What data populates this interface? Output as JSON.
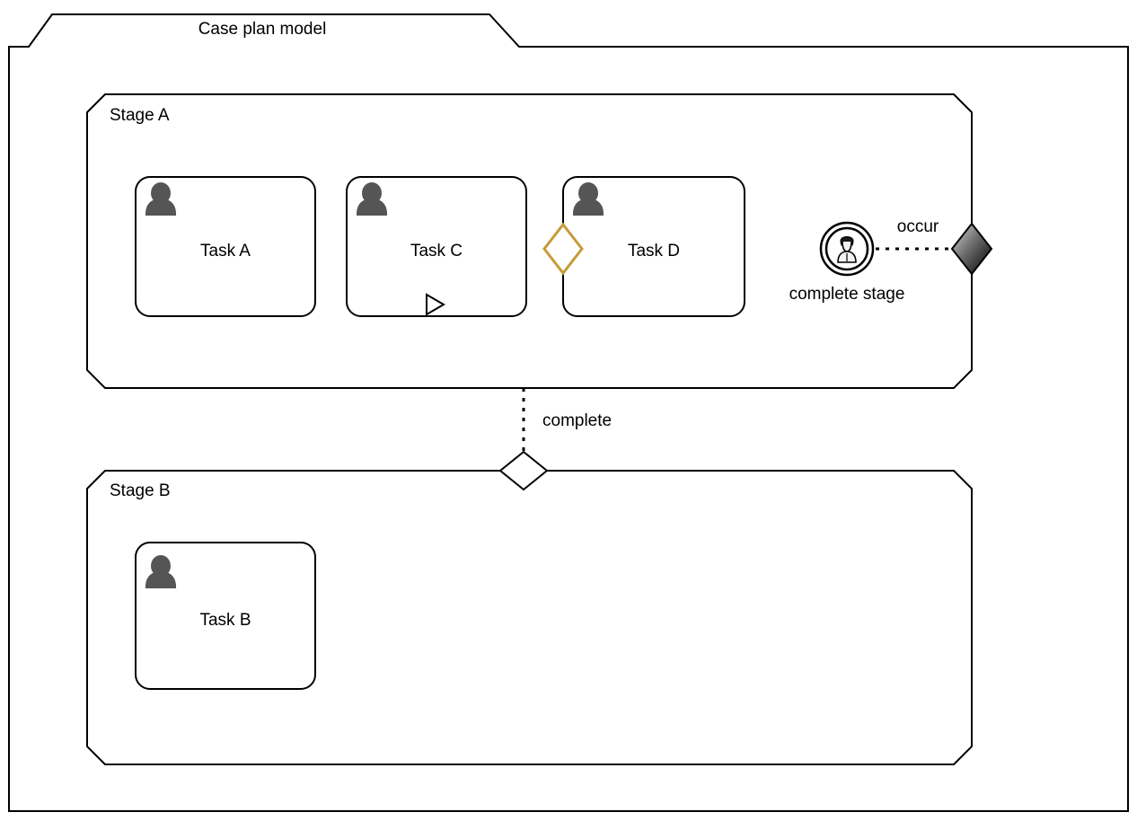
{
  "diagram": {
    "type": "cmmn-case-plan-model",
    "title": "Case plan model",
    "stages": [
      {
        "id": "stage-a",
        "label": "Stage A",
        "tasks": [
          {
            "id": "task-a",
            "label": "Task A",
            "icon": "human-task-person-icon",
            "markers": []
          },
          {
            "id": "task-c",
            "label": "Task C",
            "icon": "human-task-person-icon",
            "markers": [
              "manual-activation-triangle"
            ]
          },
          {
            "id": "task-d",
            "label": "Task D",
            "icon": "human-task-person-icon",
            "markers": [],
            "entry_criterion": "gold-diamond"
          }
        ],
        "event_listener": {
          "id": "complete-stage-event",
          "label": "complete stage",
          "icon": "user-event-listener-icon"
        },
        "exit_criterion": {
          "id": "stage-a-exit-criterion",
          "shape": "filled-diamond"
        }
      },
      {
        "id": "stage-b",
        "label": "Stage B",
        "tasks": [
          {
            "id": "task-b",
            "label": "Task B",
            "icon": "human-task-person-icon",
            "markers": []
          }
        ],
        "entry_criterion": {
          "id": "stage-b-entry-criterion",
          "shape": "hollow-diamond"
        }
      }
    ],
    "connectors": [
      {
        "id": "occur-connector",
        "label": "occur",
        "style": "dotted",
        "from": "complete-stage-event",
        "to": "stage-a-exit-criterion"
      },
      {
        "id": "complete-connector",
        "label": "complete",
        "style": "dotted",
        "from": "stage-a",
        "to": "stage-b-entry-criterion"
      }
    ],
    "colors": {
      "stroke": "#000000",
      "background": "#ffffff",
      "entry_criterion_gold": "#c69b38",
      "task_icon_gray": "#555555",
      "exit_criterion_dark": "#000000"
    }
  }
}
